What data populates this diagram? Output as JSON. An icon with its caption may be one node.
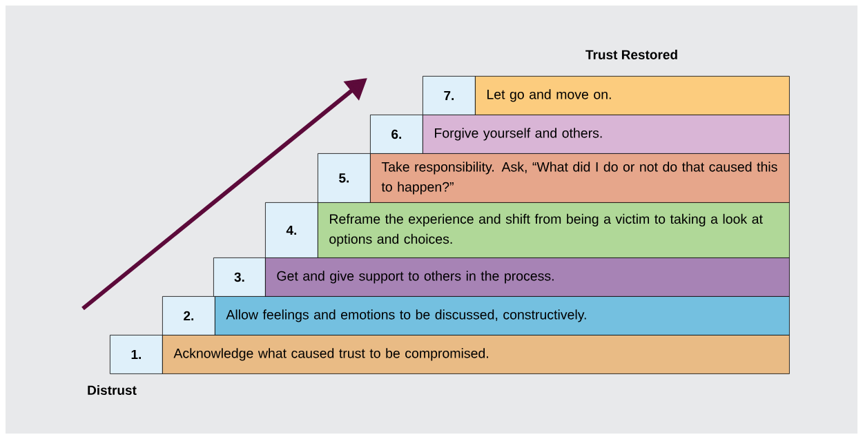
{
  "diagram": {
    "nodes": [
      {
        "text": [
          "1."
        ]
      },
      {
        "text": [
          "Acknowledge what caused trust to be compromised."
        ]
      },
      {
        "text": [
          "2."
        ]
      },
      {
        "text": [
          "Allow feelings and emotions to be discussed, constructively."
        ]
      },
      {
        "text": [
          "3."
        ]
      },
      {
        "text": [
          "Get and give support to others in the process."
        ]
      },
      {
        "text": [
          "4."
        ]
      },
      {
        "text": [
          "Reframe the experience and shift from being a victim to taking a look at options and choices."
        ]
      },
      {
        "text": [
          "5."
        ]
      },
      {
        "text": [
          "Take responsibility. Ask, “What did I do or not do that caused this to happen?”"
        ]
      },
      {
        "text": [
          "6."
        ]
      },
      {
        "text": [
          "Forgive yourself and others."
        ]
      },
      {
        "text": [
          "7."
        ]
      },
      {
        "text": [
          "Let go and move on."
        ]
      }
    ],
    "labels": [
      "Trust Restored",
      "Distrust"
    ]
  }
}
